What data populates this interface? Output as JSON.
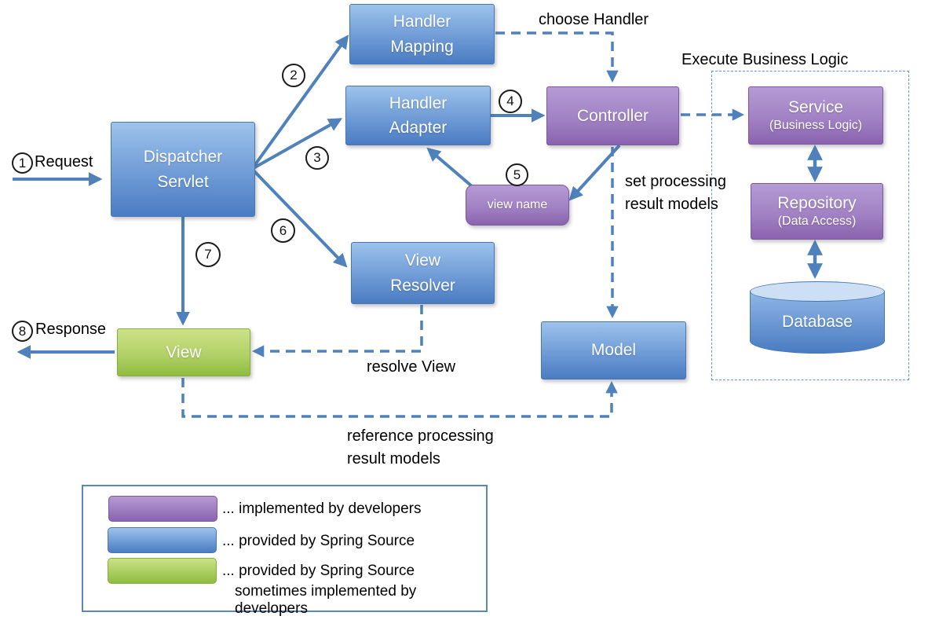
{
  "colors": {
    "connector": "#4f81bd",
    "blue_box_top": "#9dc3ec",
    "blue_box_bottom": "#4a7cc2",
    "blue_box_border": "#4678b6",
    "purple_box_top": "#b59ad4",
    "purple_box_bottom": "#8a63ae",
    "purple_box_border": "#7e57a4",
    "green_box_top": "#cbe287",
    "green_box_bottom": "#8fbc40",
    "green_box_border": "#84af3a",
    "database_top": "#ccdff5",
    "region_border": "#6b97cf",
    "legend_border": "#5b87be"
  },
  "nodes": {
    "handler_mapping": {
      "label": "Handler\nMapping"
    },
    "handler_adapter": {
      "label": "Handler\nAdapter"
    },
    "dispatcher_servlet": {
      "label": "Dispatcher\nServlet"
    },
    "controller": {
      "label": "Controller"
    },
    "service": {
      "label": "Service",
      "sublabel": "(Business Logic)"
    },
    "repository": {
      "label": "Repository",
      "sublabel": "(Data Access)"
    },
    "database": {
      "label": "Database"
    },
    "view_name": {
      "label": "view name"
    },
    "view_resolver": {
      "label": "View\nResolver"
    },
    "view": {
      "label": "View"
    },
    "model": {
      "label": "Model"
    }
  },
  "steps": {
    "s1": {
      "num": "1",
      "label": "Request"
    },
    "s2": {
      "num": "2"
    },
    "s3": {
      "num": "3"
    },
    "s4": {
      "num": "4"
    },
    "s5": {
      "num": "5"
    },
    "s6": {
      "num": "6"
    },
    "s7": {
      "num": "7"
    },
    "s8": {
      "num": "8",
      "label": "Response"
    }
  },
  "annotations": {
    "choose_handler": "choose Handler",
    "execute_business_logic": "Execute Business Logic",
    "set_processing": "set processing\nresult models",
    "resolve_view": "resolve View",
    "reference_processing": "reference processing\nresult models"
  },
  "legend": {
    "items": [
      {
        "swatch": "purple",
        "line1": "... implemented by developers"
      },
      {
        "swatch": "blue",
        "line1": "... provided by Spring Source"
      },
      {
        "swatch": "green",
        "line1": "... provided by Spring Source",
        "line2": "sometimes implemented by developers"
      }
    ]
  }
}
